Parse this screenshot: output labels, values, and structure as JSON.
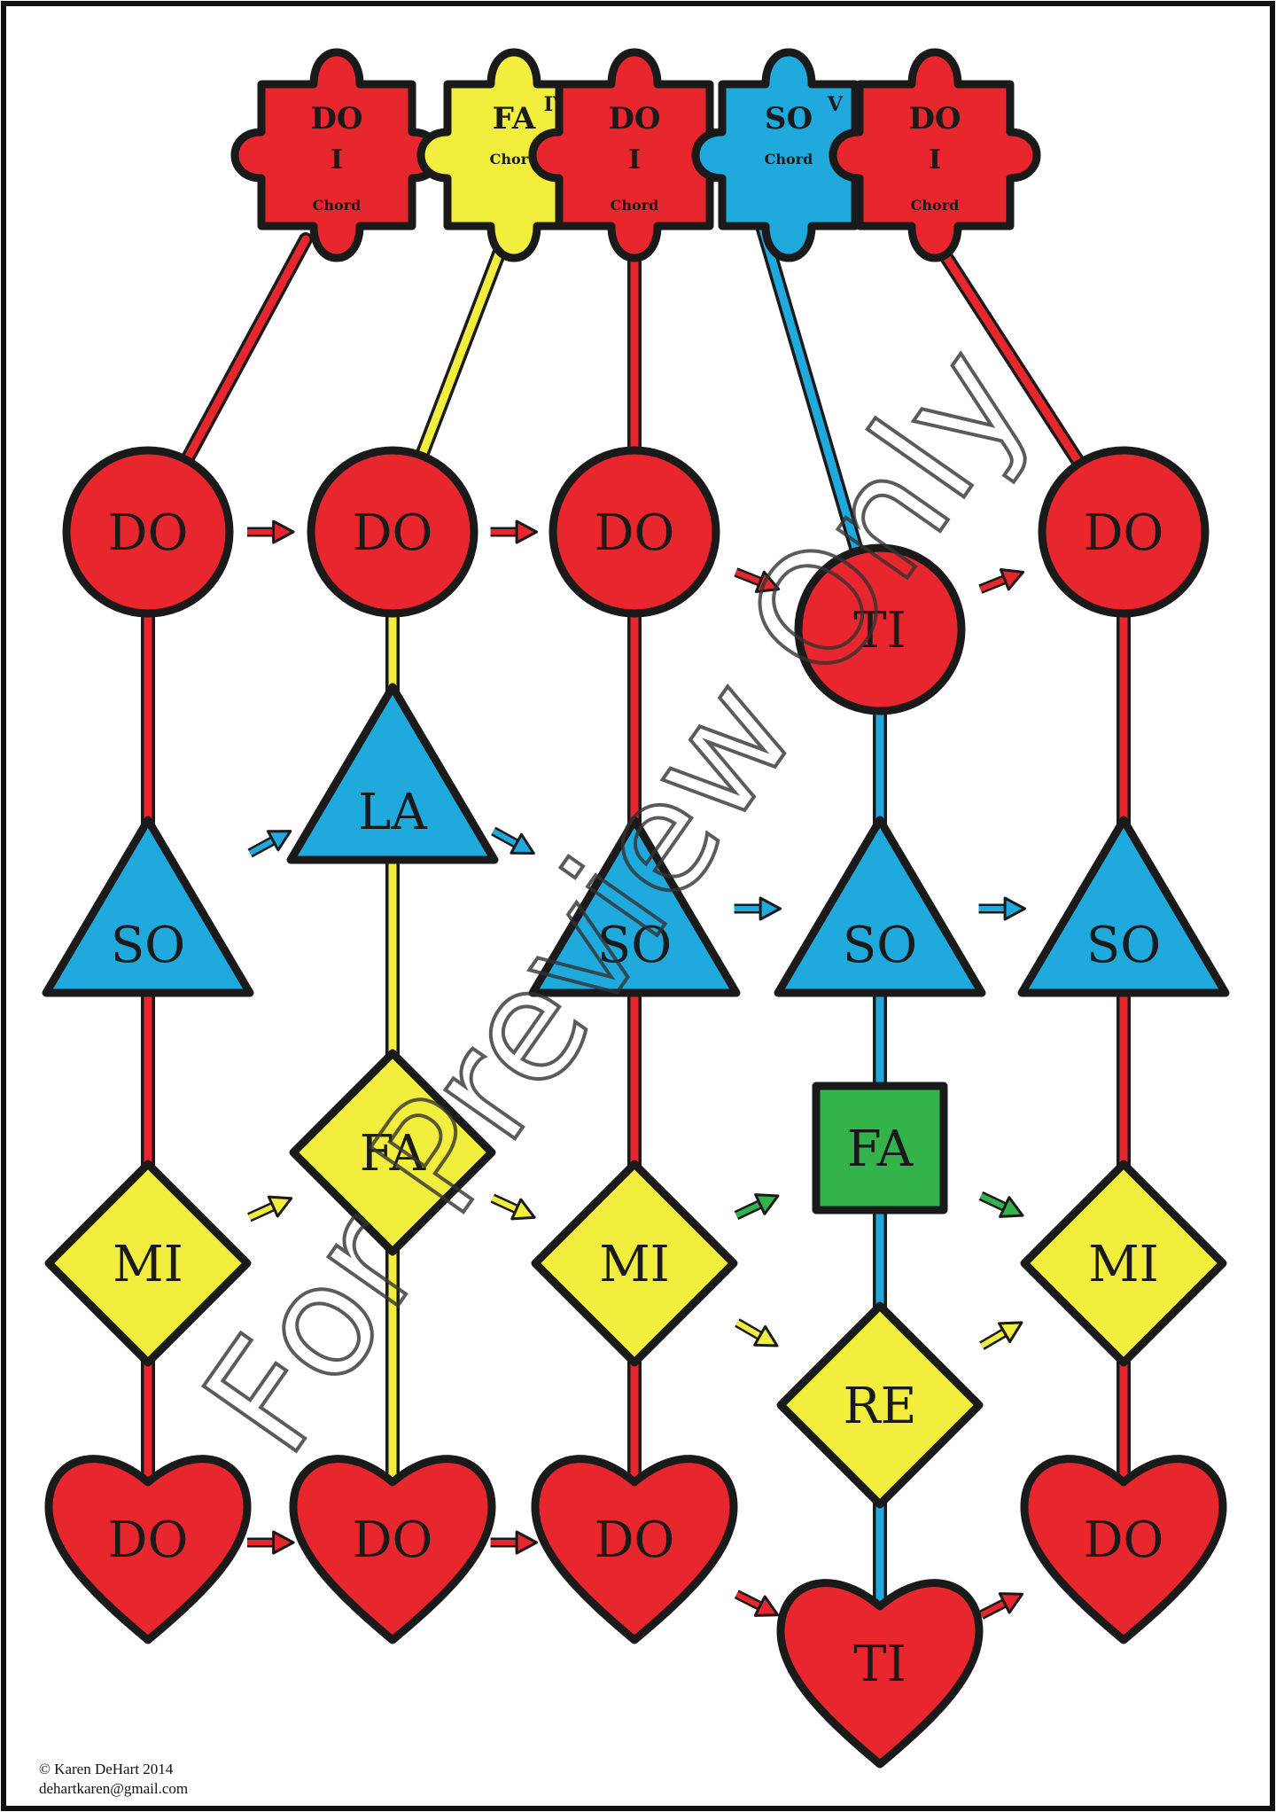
{
  "puzzle": {
    "pieces": [
      {
        "id": "p1",
        "top": "DO",
        "mid": "I",
        "bottom": "Chord",
        "corner": "",
        "color": "#e8262d"
      },
      {
        "id": "p2",
        "top": "FA",
        "mid": "",
        "bottom": "Chord",
        "corner": "IV",
        "color": "#f2ee3d"
      },
      {
        "id": "p3",
        "top": "DO",
        "mid": "I",
        "bottom": "Chord",
        "corner": "",
        "color": "#e8262d"
      },
      {
        "id": "p4",
        "top": "SO",
        "mid": "",
        "bottom": "Chord",
        "corner": "V",
        "color": "#1fa9dc"
      },
      {
        "id": "p5",
        "top": "DO",
        "mid": "I",
        "bottom": "Chord",
        "corner": "",
        "color": "#e8262d"
      }
    ]
  },
  "nodes": [
    {
      "id": "c1",
      "shape": "circle",
      "label": "DO",
      "color": "#e8262d"
    },
    {
      "id": "c2",
      "shape": "circle",
      "label": "DO",
      "color": "#e8262d"
    },
    {
      "id": "c3",
      "shape": "circle",
      "label": "DO",
      "color": "#e8262d"
    },
    {
      "id": "c4",
      "shape": "circle",
      "label": "TI",
      "color": "#e8262d"
    },
    {
      "id": "c5",
      "shape": "circle",
      "label": "DO",
      "color": "#e8262d"
    },
    {
      "id": "t1",
      "shape": "triangle",
      "label": "SO",
      "color": "#1fa9dc"
    },
    {
      "id": "t2",
      "shape": "triangle",
      "label": "LA",
      "color": "#1fa9dc"
    },
    {
      "id": "t3",
      "shape": "triangle",
      "label": "SO",
      "color": "#1fa9dc"
    },
    {
      "id": "t4",
      "shape": "triangle",
      "label": "SO",
      "color": "#1fa9dc"
    },
    {
      "id": "t5",
      "shape": "triangle",
      "label": "SO",
      "color": "#1fa9dc"
    },
    {
      "id": "d1",
      "shape": "diamond",
      "label": "MI",
      "color": "#f2ee3d"
    },
    {
      "id": "d2",
      "shape": "diamond",
      "label": "FA",
      "color": "#f2ee3d"
    },
    {
      "id": "d3",
      "shape": "diamond",
      "label": "MI",
      "color": "#f2ee3d"
    },
    {
      "id": "s4",
      "shape": "square",
      "label": "FA",
      "color": "#33b34a"
    },
    {
      "id": "d4",
      "shape": "diamond",
      "label": "RE",
      "color": "#f2ee3d"
    },
    {
      "id": "d5",
      "shape": "diamond",
      "label": "MI",
      "color": "#f2ee3d"
    },
    {
      "id": "h1",
      "shape": "heart",
      "label": "DO",
      "color": "#e8262d"
    },
    {
      "id": "h2",
      "shape": "heart",
      "label": "DO",
      "color": "#e8262d"
    },
    {
      "id": "h3",
      "shape": "heart",
      "label": "DO",
      "color": "#e8262d"
    },
    {
      "id": "h4",
      "shape": "heart",
      "label": "TI",
      "color": "#e8262d"
    },
    {
      "id": "h5",
      "shape": "heart",
      "label": "DO",
      "color": "#e8262d"
    }
  ],
  "links": [
    {
      "from": "p1",
      "to": "c1",
      "color": "#e8262d"
    },
    {
      "from": "p2",
      "to": "c2",
      "color": "#f2ee3d"
    },
    {
      "from": "p3",
      "to": "c3",
      "color": "#e8262d"
    },
    {
      "from": "p4",
      "to": "c4",
      "color": "#1fa9dc"
    },
    {
      "from": "p5",
      "to": "c5",
      "color": "#e8262d"
    },
    {
      "from": "c1",
      "to": "h1",
      "color": "#e8262d"
    },
    {
      "from": "c2",
      "to": "h2",
      "color": "#f2ee3d"
    },
    {
      "from": "c3",
      "to": "h3",
      "color": "#e8262d"
    },
    {
      "from": "c4",
      "to": "h4",
      "color": "#1fa9dc"
    },
    {
      "from": "c5",
      "to": "h5",
      "color": "#e8262d"
    }
  ],
  "arrows": [
    {
      "from": "c1",
      "to": "c2",
      "color": "#e8262d"
    },
    {
      "from": "c2",
      "to": "c3",
      "color": "#e8262d"
    },
    {
      "from": "c3",
      "to": "c4",
      "color": "#e8262d"
    },
    {
      "from": "c4",
      "to": "c5",
      "color": "#e8262d"
    },
    {
      "from": "t1",
      "to": "t2",
      "color": "#1fa9dc"
    },
    {
      "from": "t2",
      "to": "t3",
      "color": "#1fa9dc"
    },
    {
      "from": "t3",
      "to": "t4",
      "color": "#1fa9dc"
    },
    {
      "from": "t4",
      "to": "t5",
      "color": "#1fa9dc"
    },
    {
      "from": "d1",
      "to": "d2",
      "color": "#f2ee3d"
    },
    {
      "from": "d2",
      "to": "d3",
      "color": "#f2ee3d"
    },
    {
      "from": "d3",
      "to": "s4",
      "color": "#33b34a"
    },
    {
      "from": "s4",
      "to": "d5",
      "color": "#33b34a"
    },
    {
      "from": "d3",
      "to": "d4",
      "color": "#f2ee3d"
    },
    {
      "from": "d4",
      "to": "d5",
      "color": "#f2ee3d"
    },
    {
      "from": "h1",
      "to": "h2",
      "color": "#e8262d"
    },
    {
      "from": "h2",
      "to": "h3",
      "color": "#e8262d"
    },
    {
      "from": "h3",
      "to": "h4",
      "color": "#e8262d"
    },
    {
      "from": "h4",
      "to": "h5",
      "color": "#e8262d"
    }
  ],
  "watermark": "For Preview Only",
  "credit": {
    "line1": "© Karen DeHart 2014",
    "line2": "dehartkaren@gmail.com"
  }
}
